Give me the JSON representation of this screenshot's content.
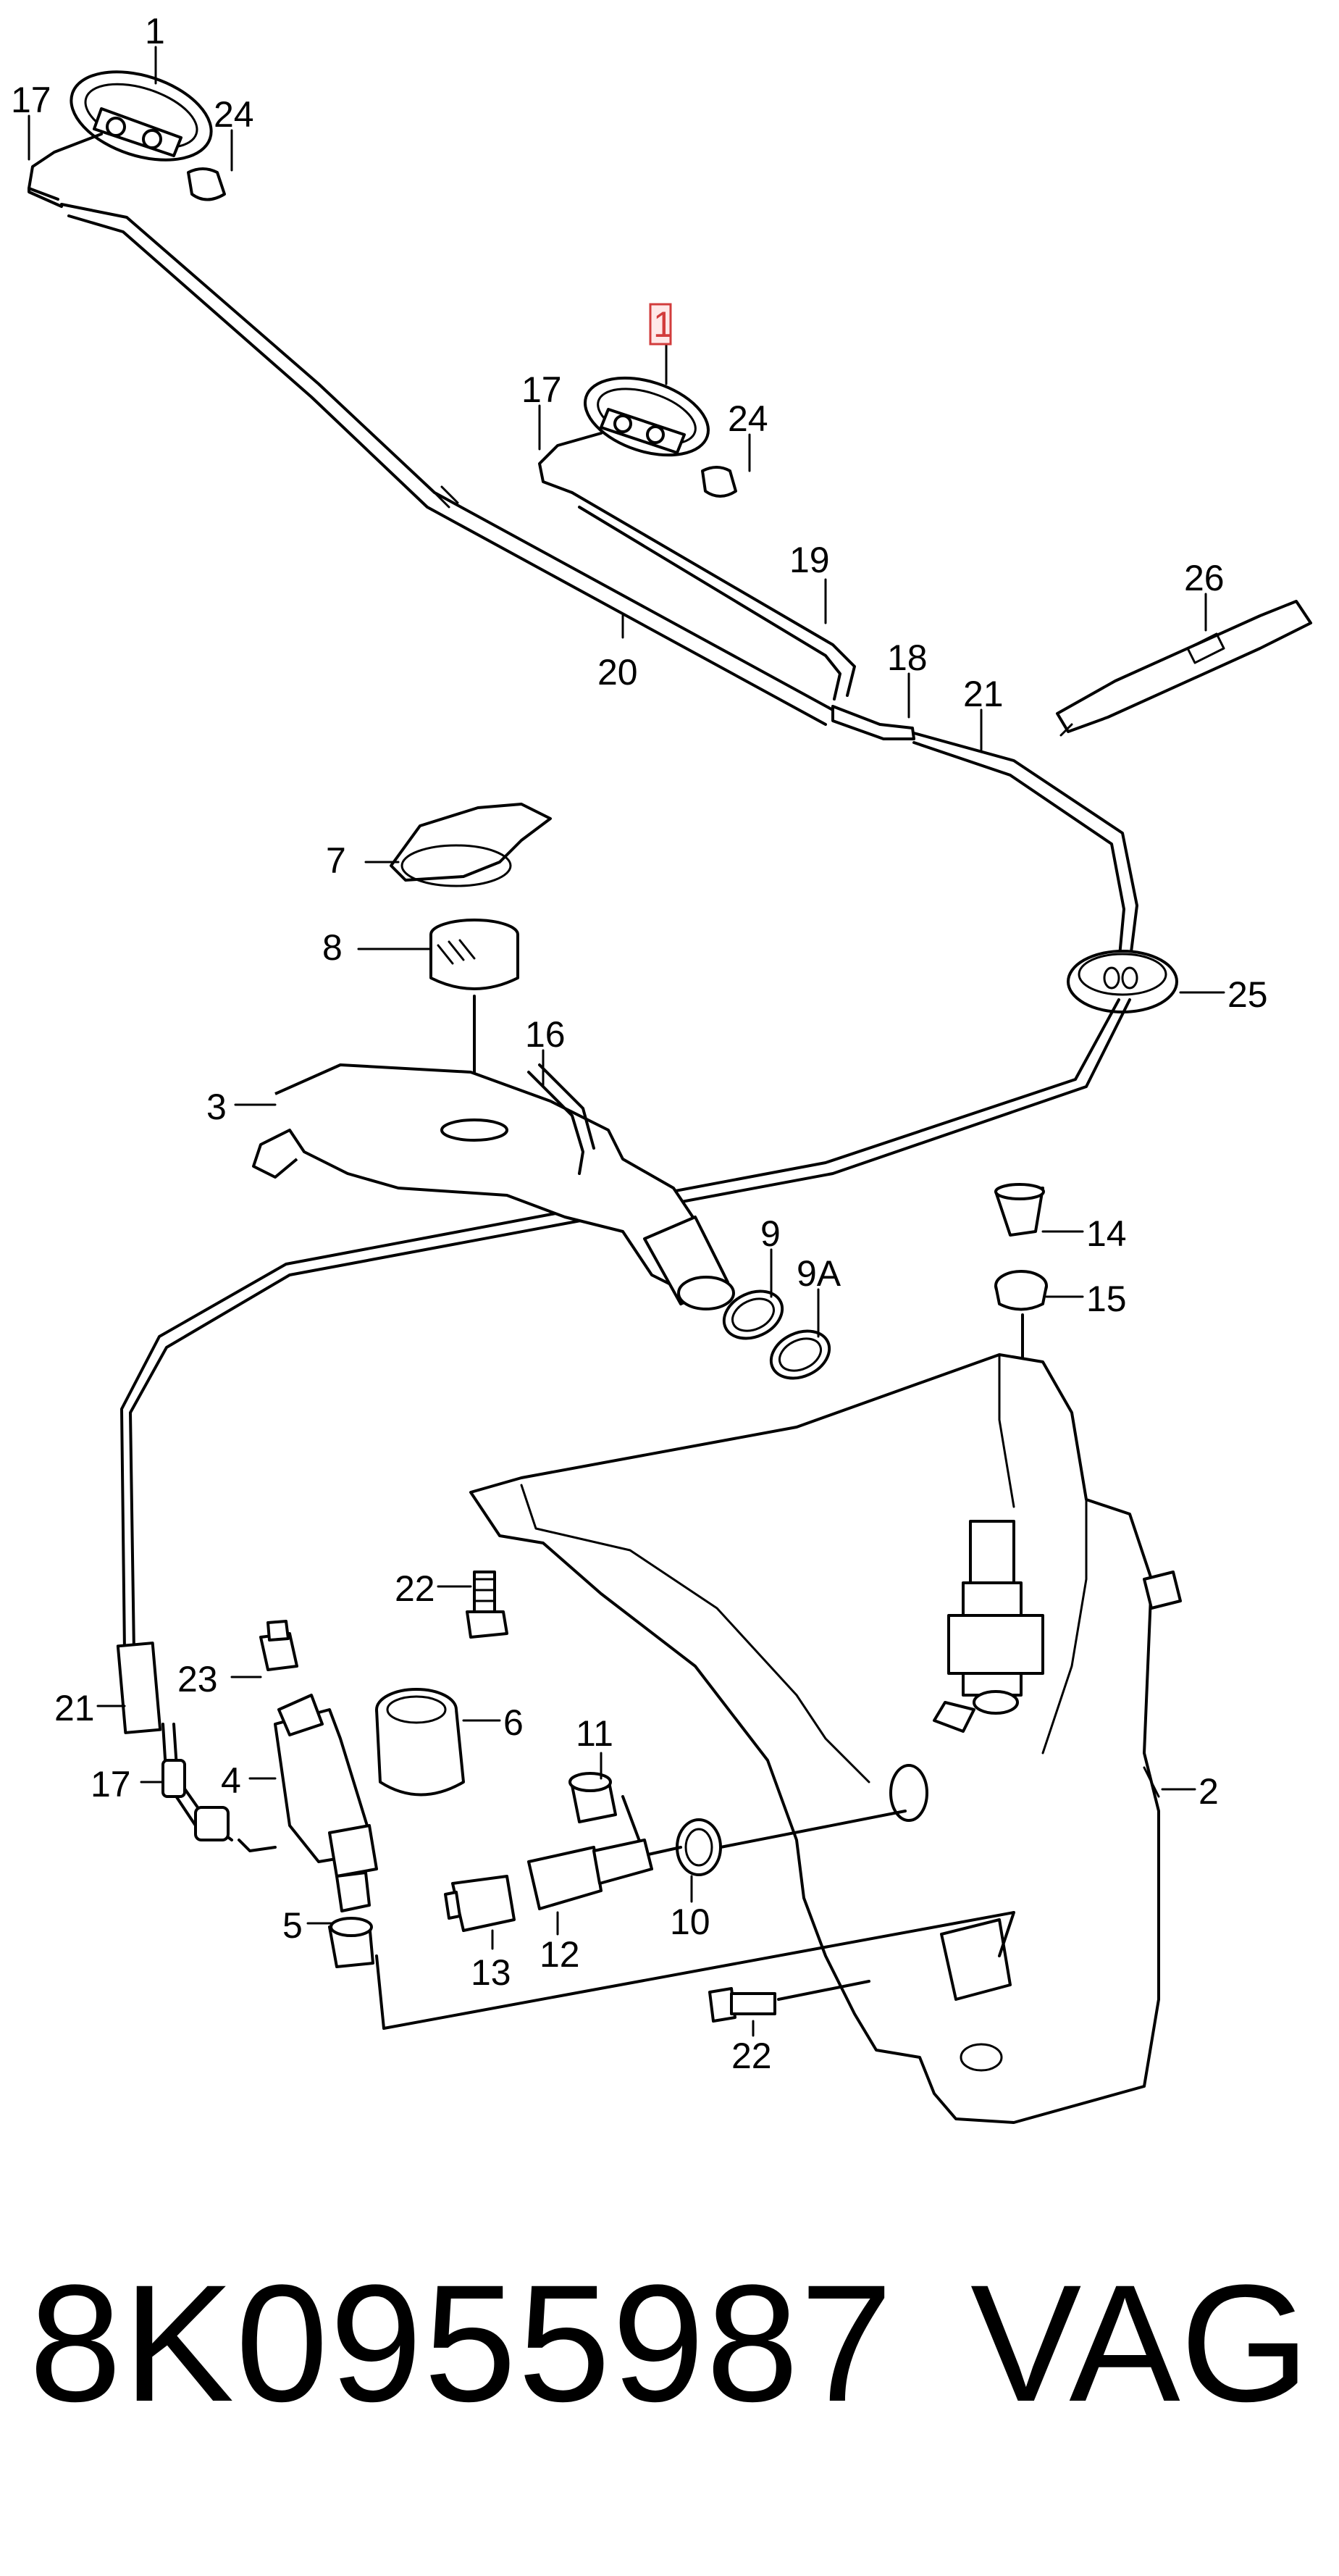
{
  "diagram": {
    "callouts": {
      "p1_top": "1",
      "p1_highlighted": "1",
      "p17_top": "17",
      "p17_mid": "17",
      "p17_low": "17",
      "p24_top": "24",
      "p24_mid": "24",
      "p19": "19",
      "p20": "20",
      "p18": "18",
      "p21_top": "21",
      "p21_low": "21",
      "p26": "26",
      "p7": "7",
      "p8": "8",
      "p25": "25",
      "p16": "16",
      "p3": "3",
      "p9": "9",
      "p9A": "9A",
      "p14": "14",
      "p15": "15",
      "p22_top": "22",
      "p22_low": "22",
      "p23": "23",
      "p6": "6",
      "p4": "4",
      "p2": "2",
      "p11": "11",
      "p10": "10",
      "p12": "12",
      "p13": "13",
      "p5": "5"
    },
    "highlighted_part": "1",
    "highlight_color": "#d23c3c"
  },
  "footer": {
    "part_number": "8K0955987",
    "brand": "VAG"
  }
}
